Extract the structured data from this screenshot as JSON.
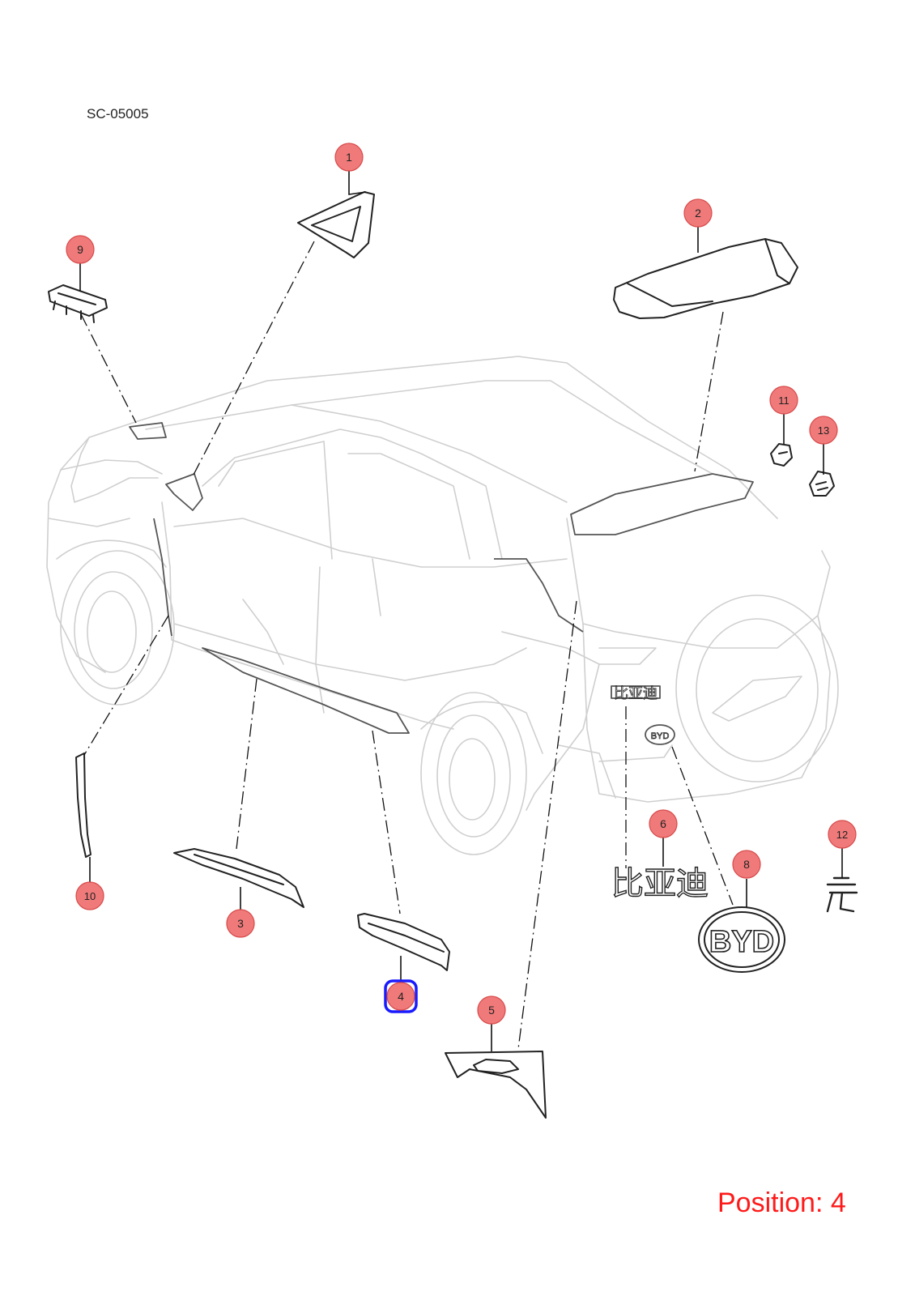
{
  "diagram_code": "SC-05005",
  "position_label": "Position: 4",
  "selected_callout": "4",
  "colors": {
    "callout_fill": "#f07a7a",
    "callout_stroke": "#d84a4a",
    "selection": "#1a1aff",
    "position_text": "#ff1a1a",
    "vehicle_ghost": "#c9c9c9",
    "part_line": "#222222"
  },
  "emblems": {
    "small_chinese": "比亚迪",
    "large_chinese": "比亚迪",
    "small_logo": "BYD",
    "large_logo": "BYD",
    "small_glyph": "元"
  },
  "callouts": [
    {
      "id": "c1",
      "label": "1"
    },
    {
      "id": "c2",
      "label": "2"
    },
    {
      "id": "c3",
      "label": "3"
    },
    {
      "id": "c4",
      "label": "4"
    },
    {
      "id": "c5",
      "label": "5"
    },
    {
      "id": "c6",
      "label": "6"
    },
    {
      "id": "c8",
      "label": "8"
    },
    {
      "id": "c9",
      "label": "9"
    },
    {
      "id": "c10",
      "label": "10"
    },
    {
      "id": "c11",
      "label": "11"
    },
    {
      "id": "c12",
      "label": "12"
    },
    {
      "id": "c13",
      "label": "13"
    }
  ]
}
